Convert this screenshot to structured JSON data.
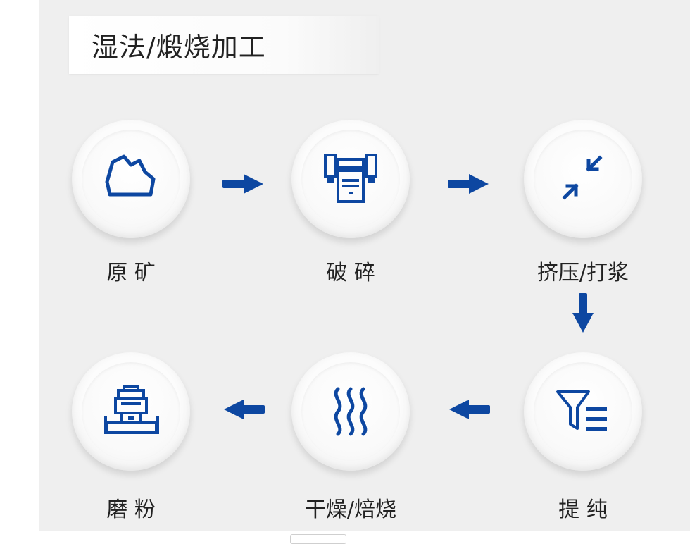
{
  "title": "湿法/煅烧加工",
  "steps": [
    {
      "id": "raw_ore",
      "label": "原 矿",
      "icon": "ore-rock-icon"
    },
    {
      "id": "crushing",
      "label": "破 碎",
      "icon": "crusher-machine-icon"
    },
    {
      "id": "pressing",
      "label": "挤压/打浆",
      "icon": "compress-arrows-icon"
    },
    {
      "id": "purification",
      "label": "提 纯",
      "icon": "filter-funnel-icon"
    },
    {
      "id": "drying",
      "label": "干燥/焙烧",
      "icon": "heat-waves-icon"
    },
    {
      "id": "grinding",
      "label": "磨 粉",
      "icon": "grinding-mill-icon"
    }
  ],
  "colors": {
    "accent": "#0d47a1",
    "panel_bg": "#efefef",
    "text": "#222222"
  }
}
